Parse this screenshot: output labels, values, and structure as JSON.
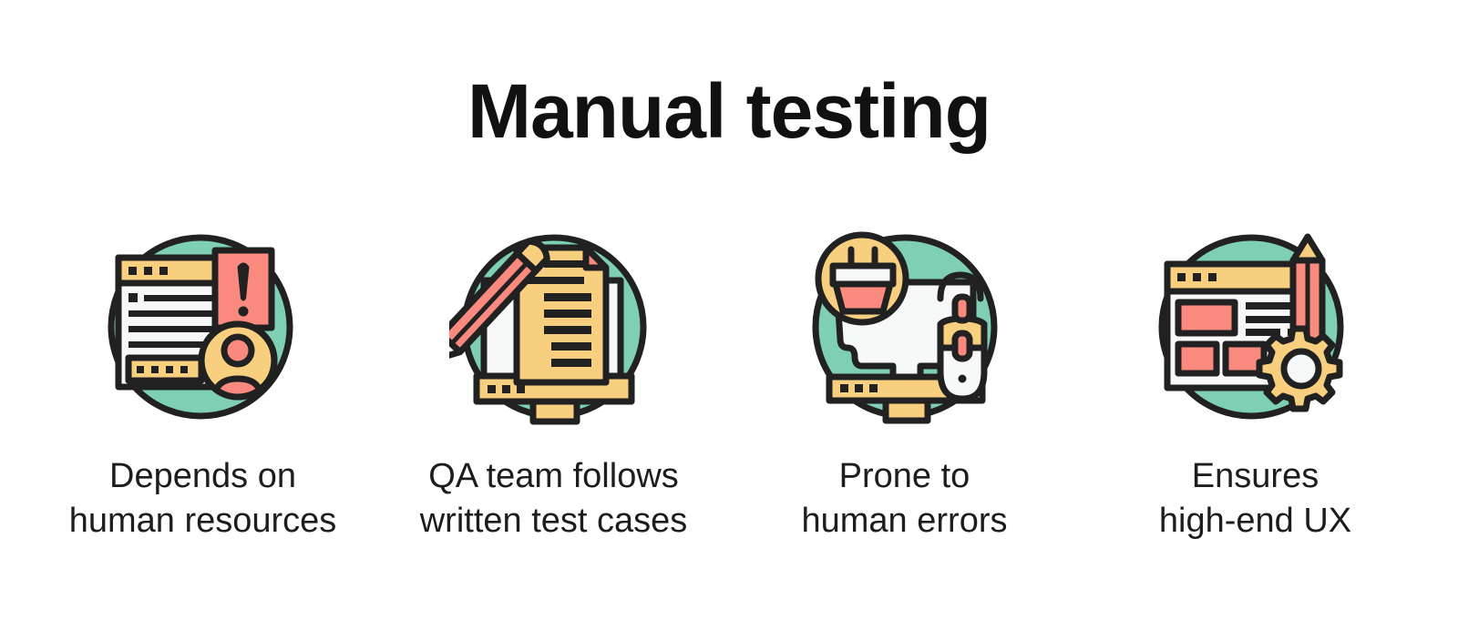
{
  "page": {
    "title": "Manual testing",
    "background_color": "#FFFFFF"
  },
  "palette": {
    "teal": "#7ECFB4",
    "yellow": "#F8CF7E",
    "salmon": "#FA8A7E",
    "white": "#F7F8F8",
    "outline": "#212121",
    "text": "#1D1D1D"
  },
  "cards": [
    {
      "icon_name": "browser-alert-user-icon",
      "icon_parts": [
        "browser-window",
        "alert-card",
        "user-avatar"
      ],
      "caption_line1": "Depends on",
      "caption_line2": "human resources",
      "caption": "Depends on\nhuman resources"
    },
    {
      "icon_name": "document-pencil-monitor-icon",
      "icon_parts": [
        "monitor",
        "test-case-document",
        "pencil"
      ],
      "caption_line1": "QA team follows",
      "caption_line2": "written test cases",
      "caption": "QA team follows\nwritten test cases"
    },
    {
      "icon_name": "monitor-plug-mouse-icon",
      "icon_parts": [
        "monitor",
        "power-plug-badge",
        "computer-mouse"
      ],
      "caption_line1": "Prone to",
      "caption_line2": "human errors",
      "caption": "Prone to\nhuman errors"
    },
    {
      "icon_name": "browser-layout-pencil-gear-icon",
      "icon_parts": [
        "browser-window",
        "pencil",
        "gear"
      ],
      "caption_line1": "Ensures",
      "caption_line2": "high-end UX",
      "caption": "Ensures\nhigh-end UX"
    }
  ]
}
